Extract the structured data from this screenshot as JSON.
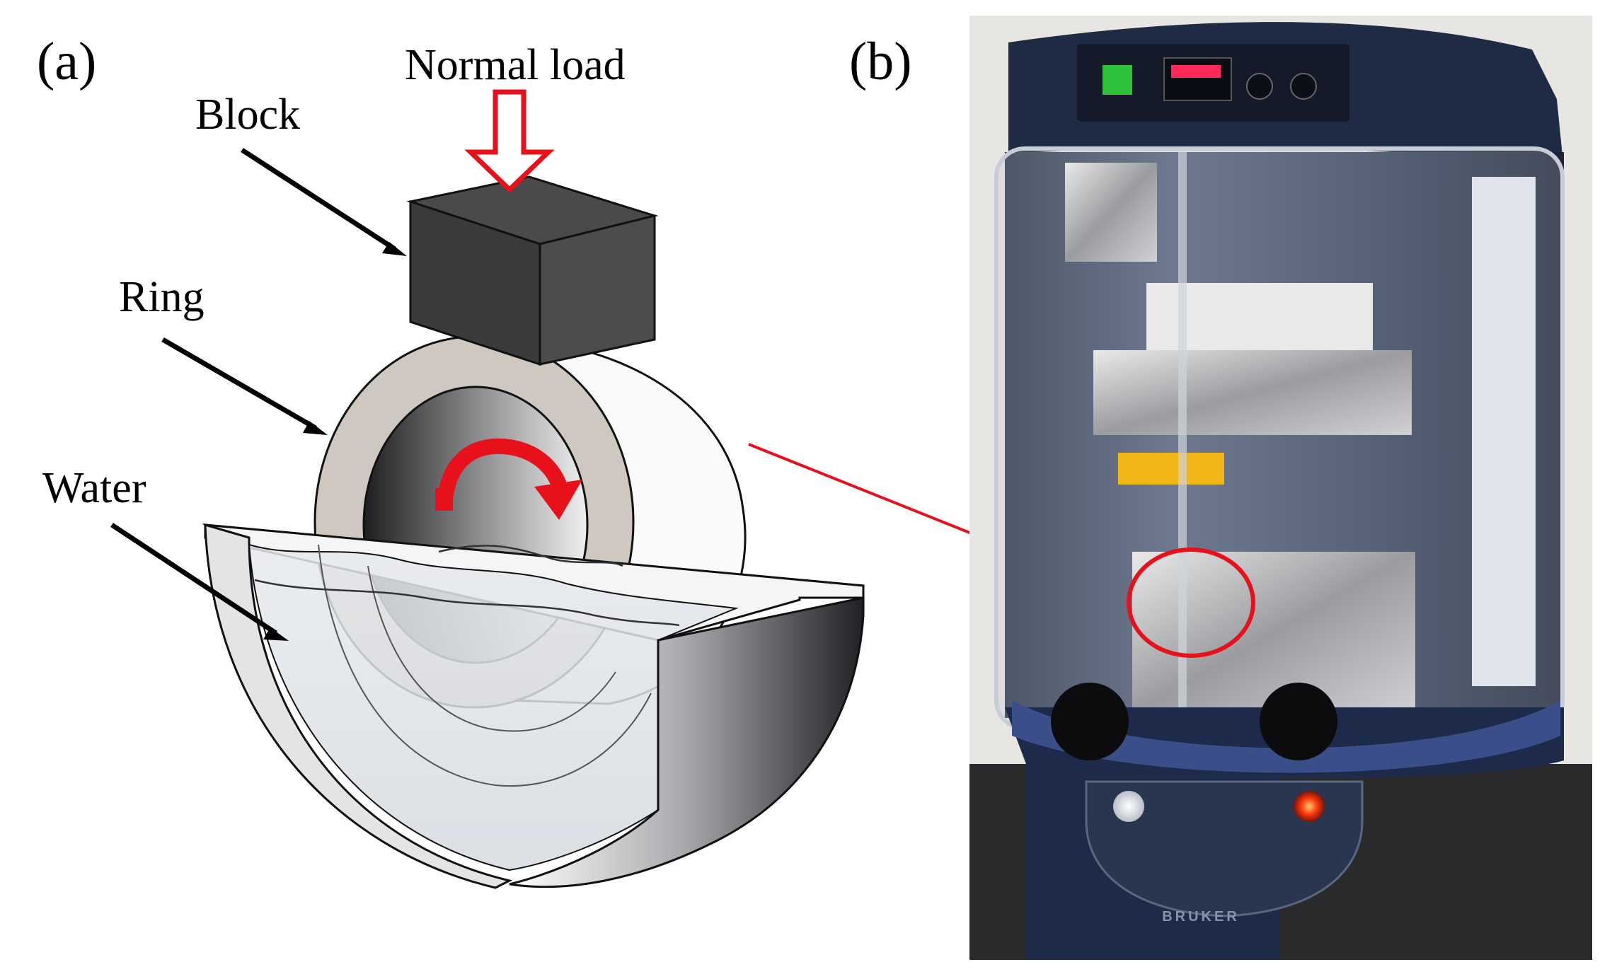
{
  "panel_a": {
    "label": "(a)",
    "callouts": {
      "normal_load": "Normal load",
      "block": "Block",
      "ring": "Ring",
      "water": "Water"
    }
  },
  "panel_b": {
    "label": "(b)",
    "instrument_brand_text": "BRUKER"
  },
  "colors": {
    "arrow_red": "#e8101a",
    "block_dark": "#3e3e40",
    "ring_face": "#cfc8c0",
    "instrument_navy": "#1a2640",
    "background": "#ffffff"
  }
}
